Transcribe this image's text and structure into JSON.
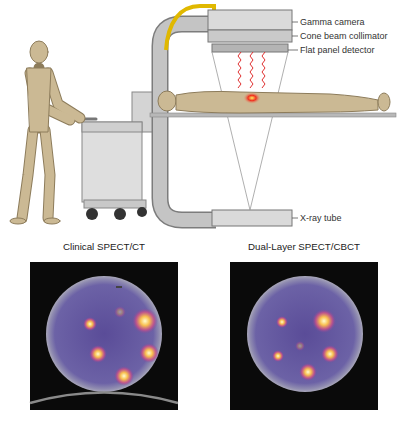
{
  "diagram": {
    "nodes": [
      {
        "text": [
          "Clinical SPECT/CT"
        ]
      },
      {
        "text": [
          "Dual-Layer SPECT/CBCT"
        ]
      }
    ],
    "labels": [
      "Gamma camera",
      "Cone beam collimator",
      "Flat panel detector",
      "X-ray tube"
    ]
  }
}
